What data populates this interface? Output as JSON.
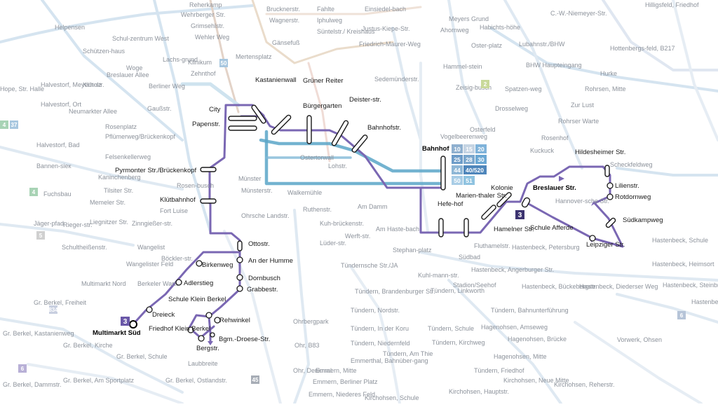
{
  "line": {
    "number": "3",
    "color": "#7a67b3",
    "color_light": "#b3a8d6",
    "secondary_color": "#5aa6c8"
  },
  "hub": {
    "label": "Bahnhof",
    "tiles": [
      "10",
      "15",
      "20",
      "25",
      "28",
      "30",
      "44",
      "40/520",
      "50",
      "51"
    ]
  },
  "terminal_left": {
    "label": "Multimarkt Süd"
  },
  "terminal_right": {
    "label": "Breslauer Str."
  },
  "stops": {
    "city": "City",
    "papenstr": "Papenstr.",
    "kastanienwall": "Kastanienwall",
    "gruener_reiter": "Grüner Reiter",
    "buergergarten": "Bürgergarten",
    "deisterstr": "Deister-str.",
    "bahnhofstr": "Bahnhofstr.",
    "pyrmonter": "Pyrmonter Str./Brückenkopf",
    "kluetbahnhof": "Klütbahnhof",
    "ottostr": "Ottostr.",
    "birkenweg": "Birkenweg",
    "an_der_humme": "An der Humme",
    "adlerstieg": "Adlerstieg",
    "dornbusch": "Dornbusch",
    "grabbestr": "Grabbestr.",
    "schule_klein_berkel": "Schule Klein Berkel",
    "dreieck": "Dreieck",
    "rehwinkel": "Rehwinkel",
    "friedhof_klein_berkel": "Friedhof Klein Berkel",
    "bgm_droese": "Bgm.-Droese-Str.",
    "bergstr": "Bergstr.",
    "hefehof": "Hefe-hof",
    "marienthaler": "Marien-thaler Str.",
    "hamelner": "Hamelner Str.",
    "kolonie": "Kolonie",
    "schule_afferde": "Schule Afferde",
    "hildesheimer": "Hildesheimer Str.",
    "lilienstr": "Lilienstr.",
    "rotdornweg": "Rotdornweg",
    "suedkampweg": "Südkampweg",
    "leipziger": "Leipziger Str."
  },
  "background": {
    "labels": [
      "Reherkamp",
      "Wehrberger Str.",
      "Grimsehlstr.",
      "Wehler Weg",
      "Brucknerstr.",
      "Wagnerstr.",
      "Gänsefuß",
      "Fahlte",
      "Iphulweg",
      "Süntelstr./ Kreishaus",
      "Einsiedel-bach",
      "Justus-Kiepe-Str.",
      "Friedrich-Maurer-Weg",
      "Meyers Grund",
      "Ahornweg",
      "Habichts-höhe",
      "Oster-platz",
      "Hammel-stein",
      "Lubahnstr./BHW",
      "Hottenbergs-feld, B217",
      "Hilligsfeld, Friedhof",
      "C.-W.-Niemeyer-Str.",
      "Helpensen",
      "Schützen-haus",
      "Schul-zentrum West",
      "Woge",
      "Breslauer Allee",
      "Halvestorf, Meyerholz",
      "Klüt-str.",
      "Halvestorf, Ort",
      "Neumarkter Allee",
      "Berliner Weg",
      "Gaußstr.",
      "Klinikum",
      "Zehnthof",
      "Mertensplatz",
      "Sedemünderstr.",
      "Lachs-grund",
      "Rosenplatz",
      "Pflümerweg/Brückenkopf",
      "Halvestorf, Bad",
      "Bannen-sieк",
      "Felsenkellerweg",
      "Kaninchenberg",
      "Tilsiter Str.",
      "Memeler Str.",
      "Liegnitzer Str.",
      "Jäger-pfad",
      "Rieger-str.",
      "Fuchsbau",
      "Münster",
      "Münsterstr.",
      "Ostertorwall",
      "Lohstr.",
      "Walkemühle",
      "Rosen-busch",
      "Fort Luise",
      "Ohrsche Landstr.",
      "Zinngießer-str.",
      "Ruthenstr.",
      "Am Damm",
      "Kuh-brückenstr.",
      "Lüder-str.",
      "Werft-str.",
      "Am Haste-bach",
      "Tündernsche Str./JA",
      "Stephan-platz",
      "Kuhl-mann-str.",
      "Schultheißenstr.",
      "Wangelist",
      "Wangelister Feld",
      "Böckler-str.",
      "Berkeler Warte",
      "Multimarkt Nord",
      "Gr. Berkel, Freiheit",
      "Gr. Berkel, Kastanienweg",
      "Gr. Berkel, Kirche",
      "Gr. Berkel, Schule",
      "Gr. Berkel, Am Sportplatz",
      "Gr. Berkel, Ostlandstr.",
      "Gr. Berkel, Dammstr.",
      "Laubbreite",
      "Ohrbergpark",
      "Ohr, B83",
      "Ohr, Denkmal",
      "Emmern, Mitte",
      "Emmern, Niederes Feld",
      "Emmerthal, Bahnüber-gang",
      "Kirchohsen, Schule",
      "Tündern, Brandenburger Str.",
      "Tündern, Nordstr.",
      "Tündern, In der Koru",
      "Tündern, Niedernfeld",
      "Tündern, Am Thie",
      "Tündern, Schule",
      "Tündern, Kirchweg",
      "Tündern, Friedhof",
      "Tündern, Linkworth",
      "Tündern, Bahnunterführung",
      "Südbad",
      "Hastenbeck, Angerburger Str.",
      "Stadion/Seehof",
      "Fluthamelstr.",
      "Vogelbeerenweg",
      "Osterfeld",
      "Drosselweg",
      "Spatzen-weg",
      "Zeisig-busch",
      "Kuckuck",
      "Rosenhof",
      "Rohrser Warte",
      "Zur Lust",
      "Rohrsen, Mitte",
      "Hurke",
      "BHW Haupteingang",
      "Hannover-sche Str.",
      "Hastenbeck, Schule",
      "Hastenbeck, Petersburg",
      "Hastenbeck, Heimsort",
      "Hastenbeck, Steinbreite",
      "Hastenbeck, Bückebergstr.",
      "Hastenbeck, Diederser Weg",
      "Hastenbeck",
      "Hagenohsen, Brücke",
      "Hagenohsen, Amseweg",
      "Hagenohsen, Mitte",
      "Kirchohsen, Neue Mitte",
      "Kirchohsen, Hauptstr.",
      "Kirchohsen, Reherstr.",
      "Vorwerk, Ohsen",
      "Scheckfeldweg",
      "Hope, Str. Halle",
      "Emmern, Berliner Platz"
    ],
    "chips": [
      "50",
      "2",
      "4",
      "37",
      "4",
      "6",
      "3",
      "3",
      "834",
      "45",
      "6",
      "5"
    ]
  }
}
